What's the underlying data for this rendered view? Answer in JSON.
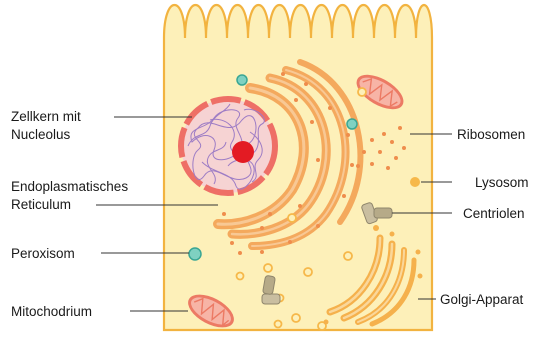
{
  "labels": {
    "nucleus_line1": "Zellkern mit",
    "nucleus_line2": "Nucleolus",
    "er_line1": "Endoplasmatisches",
    "er_line2": "Reticulum",
    "peroxisome": "Peroxisom",
    "mitochondrion": "Mitochodrium",
    "ribosomes": "Ribosomen",
    "lysosome": "Lysosom",
    "centrioles": "Centriolen",
    "golgi": "Golgi-Apparat"
  },
  "colors": {
    "cell_fill": "#fdf0b9",
    "cell_stroke": "#f2b340",
    "nucleus_envelope": "#ee6f66",
    "nucleus_fill": "#f6d3d3",
    "chromatin": "#9d7cc5",
    "nucleolus": "#e31b23",
    "er": "#f4a95d",
    "golgi": "#f5b14c",
    "mitochondrion": "#ec7a64",
    "peroxisome": "#7fd1c1",
    "centriole": "#c9bea0",
    "ribosome": "#ef8d4c",
    "lysosome": "#f6b84a"
  }
}
